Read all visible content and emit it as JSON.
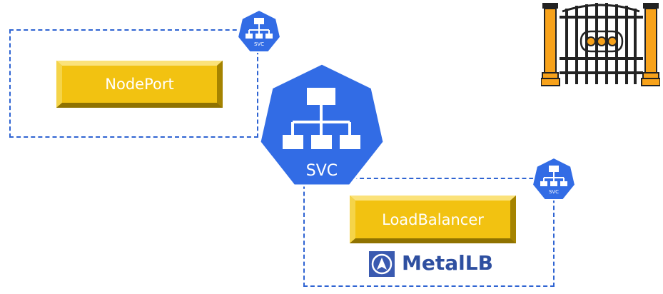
{
  "service_types": {
    "nodeport": {
      "label": "NodePort"
    },
    "loadbalancer": {
      "label": "LoadBalancer"
    }
  },
  "svc_icons": {
    "main": {
      "label": "SVC"
    },
    "small_top": {
      "label": "SVC"
    },
    "small_right": {
      "label": "SVC"
    }
  },
  "metallb": {
    "label": "MetalLB"
  },
  "colors": {
    "k8s_blue": "#326ce5",
    "dash_blue": "#2f64d2",
    "button_gold": "#f2c211",
    "metallb_blue": "#2e4fa0",
    "gate_orange": "#f7a21b"
  },
  "icons": [
    "svc-heptagon-icon",
    "gate-icon",
    "metallb-logo-icon"
  ]
}
